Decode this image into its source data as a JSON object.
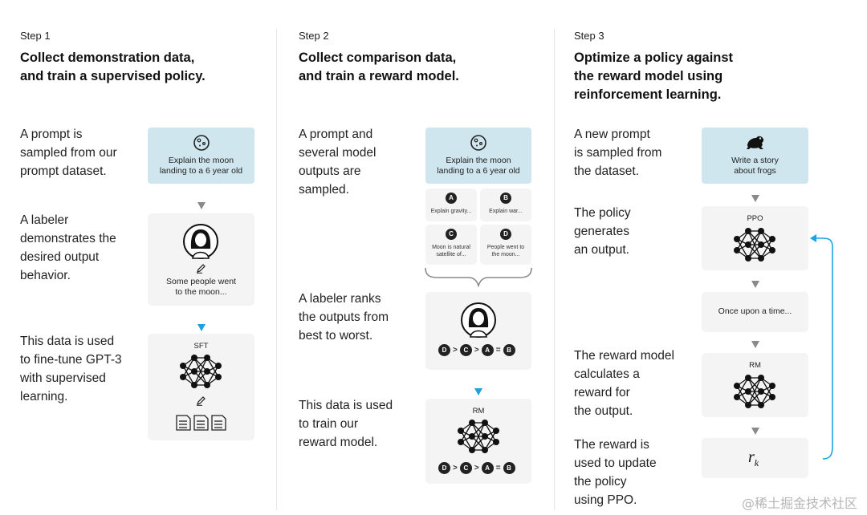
{
  "steps": [
    {
      "step_label": "Step 1",
      "heading_lines": [
        "Collect demonstration data,",
        "and train a supervised policy."
      ],
      "desc1": [
        "A prompt is",
        "sampled from our",
        "prompt dataset."
      ],
      "desc2": [
        "A labeler",
        "demonstrates the",
        "desired output",
        "behavior."
      ],
      "desc3": [
        "This data is used",
        "to fine-tune GPT-3",
        "with supervised",
        "learning."
      ],
      "prompt_card": [
        "Explain the moon",
        "landing to a 6 year old"
      ],
      "demo_card": [
        "Some people went",
        "to the moon..."
      ],
      "model_label": "SFT"
    },
    {
      "step_label": "Step 2",
      "heading_lines": [
        "Collect comparison data,",
        "and train a reward model."
      ],
      "desc1": [
        "A prompt and",
        "several model",
        "outputs are",
        "sampled."
      ],
      "desc2": [
        "A labeler ranks",
        "the outputs from",
        "best to worst."
      ],
      "desc3": [
        "This data is used",
        "to train our",
        "reward model."
      ],
      "prompt_card": [
        "Explain the moon",
        "landing to a 6 year old"
      ],
      "outputs": [
        {
          "badge": "A",
          "text": [
            "Explain gravity..."
          ]
        },
        {
          "badge": "B",
          "text": [
            "Explain war..."
          ]
        },
        {
          "badge": "C",
          "text": [
            "Moon is natural",
            "satellite of..."
          ]
        },
        {
          "badge": "D",
          "text": [
            "People went to",
            "the moon..."
          ]
        }
      ],
      "ranking": [
        "D",
        ">",
        "C",
        ">",
        "A",
        "=",
        "B"
      ],
      "model_label": "RM"
    },
    {
      "step_label": "Step 3",
      "heading_lines": [
        "Optimize a policy against",
        "the reward model using",
        "reinforcement learning."
      ],
      "desc1": [
        "A new prompt",
        "is sampled from",
        "the dataset."
      ],
      "desc2": [
        "The policy",
        "generates",
        "an output."
      ],
      "desc3": [
        "The reward model",
        "calculates a",
        "reward for",
        "the output."
      ],
      "desc4": [
        "The reward is",
        "used to update",
        "the policy",
        "using PPO."
      ],
      "prompt_card": [
        "Write a story",
        "about frogs"
      ],
      "policy_label": "PPO",
      "output_card": "Once upon a time...",
      "model_label": "RM",
      "reward_symbol": "r",
      "reward_subscript": "k"
    }
  ],
  "watermark": "@稀土掘金技术社区",
  "colors": {
    "prompt_card": "#cfe6ee",
    "card": "#f4f4f4",
    "accent_arrow": "#1aa3e0",
    "gray_arrow": "#8a8a8a"
  },
  "icons": [
    "moon-icon",
    "labeler-avatar-icon",
    "pencil-icon",
    "neural-network-icon",
    "document-icon",
    "frog-icon"
  ]
}
